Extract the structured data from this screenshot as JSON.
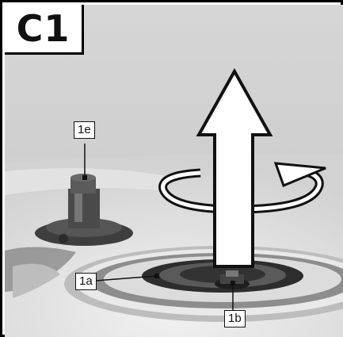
{
  "step_label": "C1",
  "callouts": {
    "part_1e": "1e",
    "part_1a": "1a",
    "part_1b": "1b"
  },
  "colors": {
    "frame": "#000000",
    "arrow_fill": "#ffffff",
    "photo_background": "#d9d9d9"
  }
}
